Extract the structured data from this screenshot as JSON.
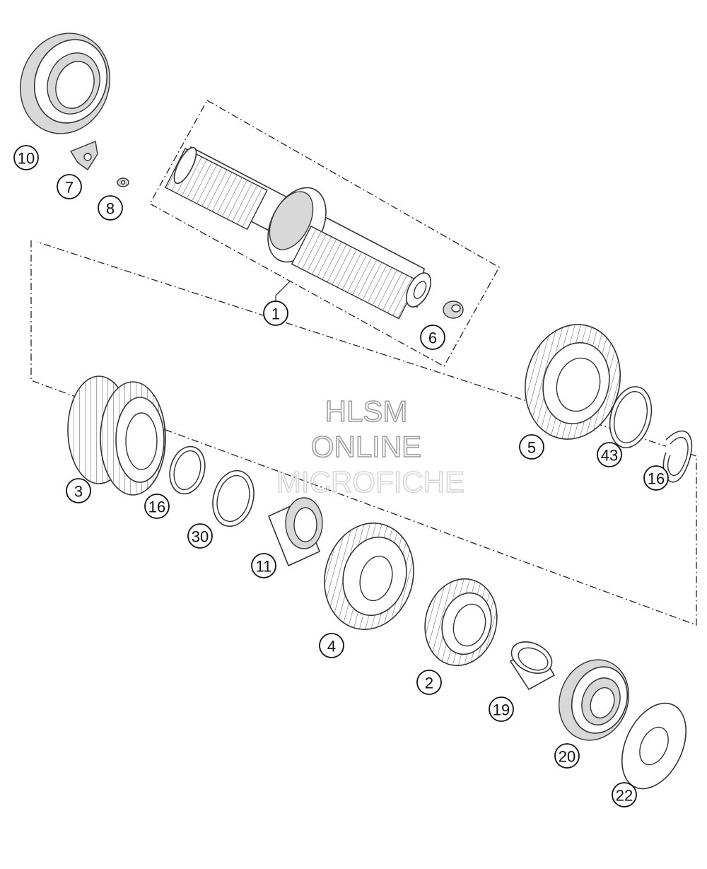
{
  "watermark": {
    "line1": "HLSM",
    "line2": "ONLINE",
    "line3": "MICROFICHE"
  },
  "callouts": [
    {
      "id": "c10",
      "label": "10"
    },
    {
      "id": "c7",
      "label": "7"
    },
    {
      "id": "c8",
      "label": "8"
    },
    {
      "id": "c1",
      "label": "1"
    },
    {
      "id": "c6",
      "label": "6"
    },
    {
      "id": "c5",
      "label": "5"
    },
    {
      "id": "c43",
      "label": "43"
    },
    {
      "id": "c16b",
      "label": "16"
    },
    {
      "id": "c3",
      "label": "3"
    },
    {
      "id": "c16a",
      "label": "16"
    },
    {
      "id": "c30",
      "label": "30"
    },
    {
      "id": "c11",
      "label": "11"
    },
    {
      "id": "c4",
      "label": "4"
    },
    {
      "id": "c2",
      "label": "2"
    },
    {
      "id": "c19",
      "label": "19"
    },
    {
      "id": "c20",
      "label": "20"
    },
    {
      "id": "c22",
      "label": "22"
    }
  ]
}
